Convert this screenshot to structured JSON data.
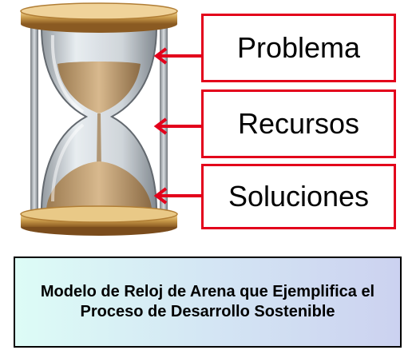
{
  "labels": {
    "problema": "Problema",
    "recursos": "Recursos",
    "soluciones": "Soluciones"
  },
  "caption": "Modelo de Reloj de Arena que Ejemplifica el Proceso de Desarrollo Sostenible",
  "colors": {
    "box_border": "#e3001b",
    "arrow": "#e3001b",
    "caption_gradient": [
      "#ddfcf6",
      "#ccd2f0"
    ],
    "wood": "#c99a4a",
    "sand": "#c9a57a"
  },
  "icons": {
    "hourglass": "hourglass-icon",
    "arrow": "arrow-left-icon"
  }
}
